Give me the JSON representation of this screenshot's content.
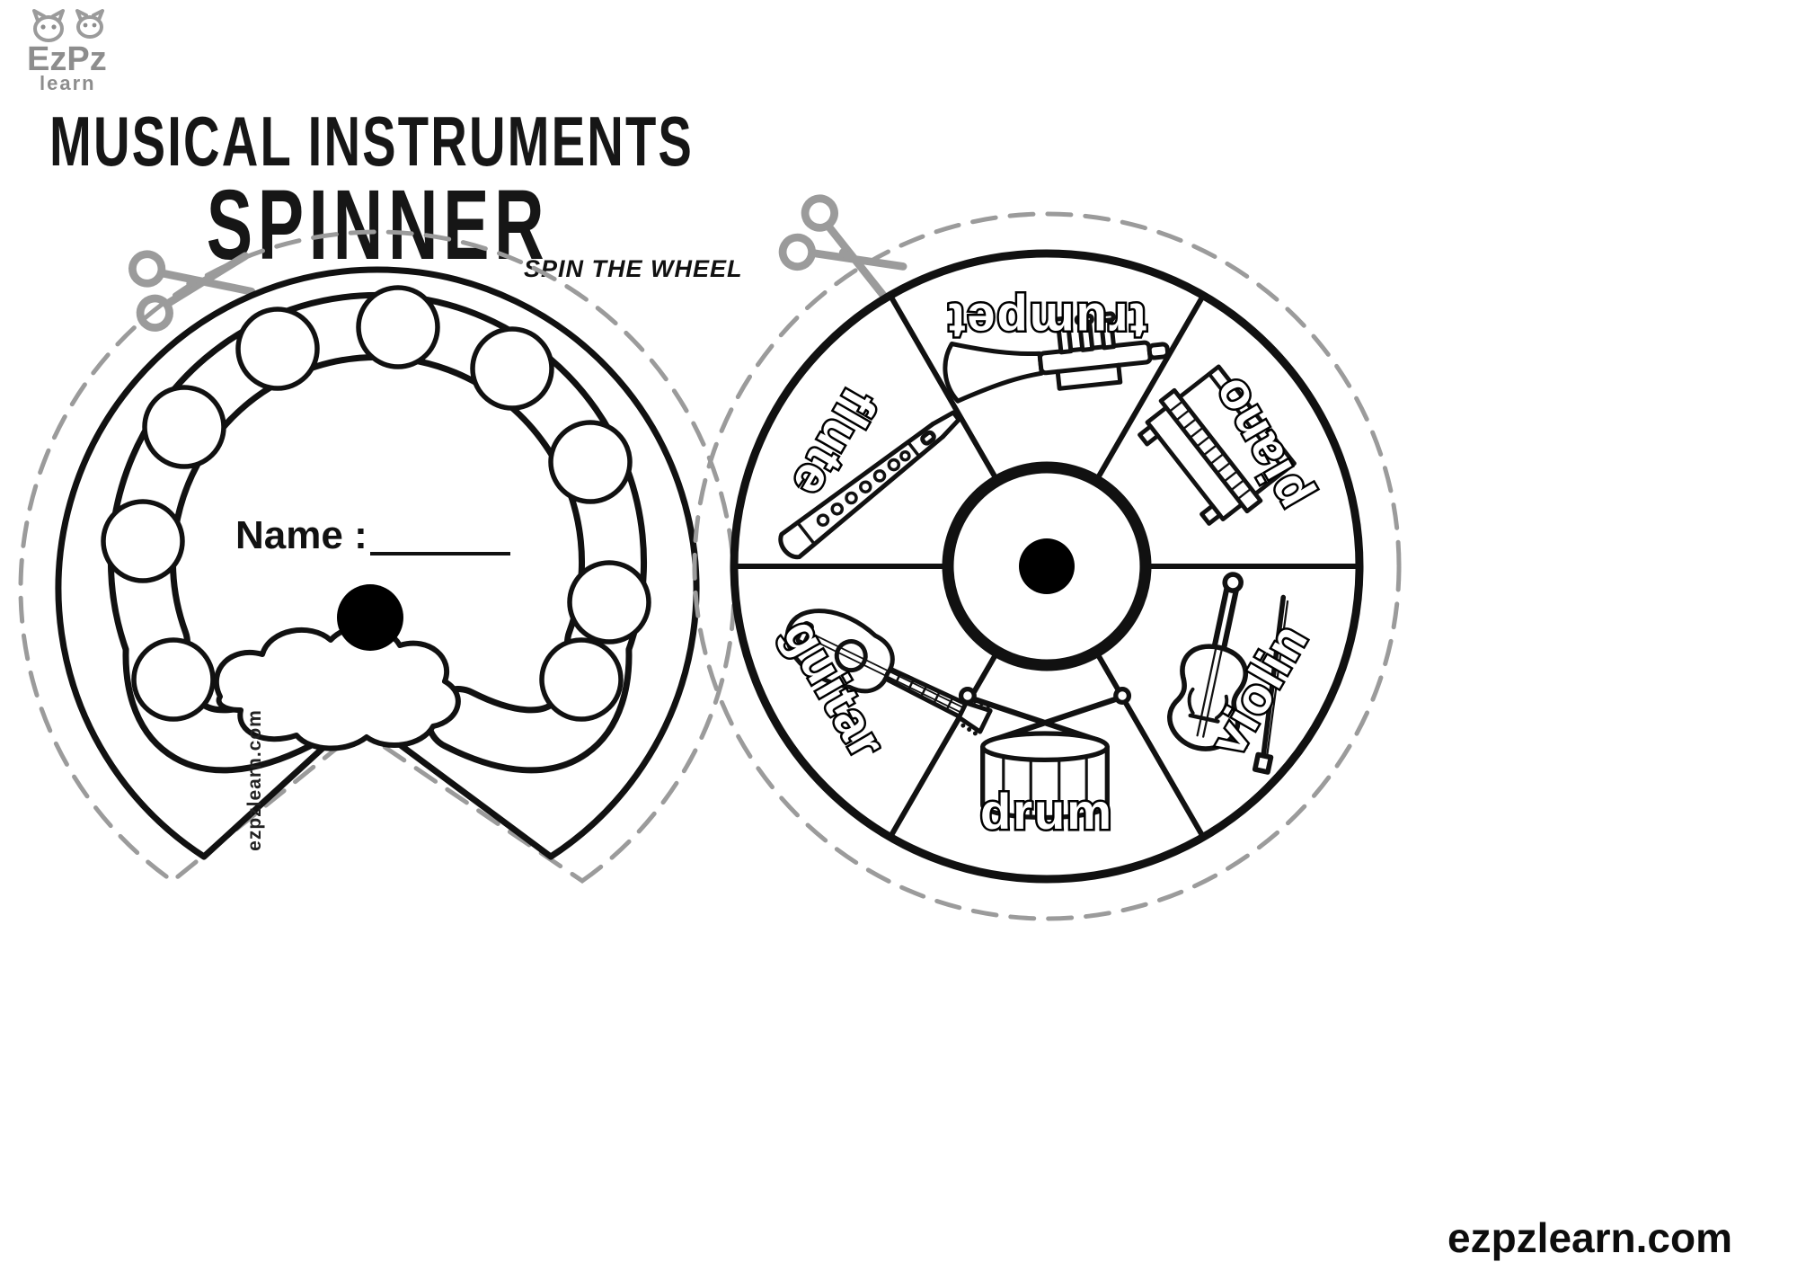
{
  "logo": {
    "line1": "EzPz",
    "line2": "learn"
  },
  "header": {
    "title": "MUSICAL INSTRUMENTS",
    "subtitle": "SPINNER",
    "tagline": "SPIN THE WHEEL"
  },
  "cover": {
    "name_label": "Name :",
    "watermark": "ezpzlearn.com"
  },
  "wheel": {
    "sectors": [
      {
        "label": "trumpet"
      },
      {
        "label": "piano"
      },
      {
        "label": "violin"
      },
      {
        "label": "drum"
      },
      {
        "label": "guitar"
      },
      {
        "label": "flute"
      }
    ]
  },
  "footer": {
    "website": "ezpzlearn.com"
  },
  "colors": {
    "ink": "#111111",
    "cut_line": "#9b9b9b",
    "logo_gray": "#8d8d8d",
    "pivot_dot": "#000000"
  }
}
